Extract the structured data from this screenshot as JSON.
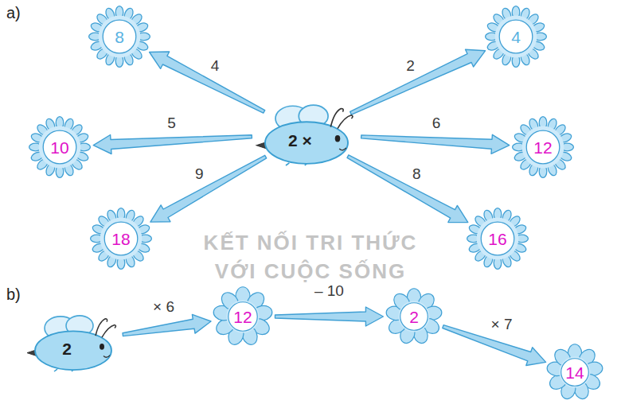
{
  "diagram": {
    "nodes": [
      {
        "text": [
          "8"
        ]
      },
      {
        "text": [
          "4"
        ]
      },
      {
        "text": [
          "10"
        ]
      },
      {
        "text": [
          "2 ×"
        ]
      },
      {
        "text": [
          "12"
        ]
      },
      {
        "text": [
          "18"
        ]
      },
      {
        "text": [
          "16"
        ]
      },
      {
        "text": [
          "2"
        ]
      },
      {
        "text": [
          "12"
        ]
      },
      {
        "text": [
          "2"
        ]
      },
      {
        "text": [
          "14"
        ]
      }
    ],
    "edges": [
      {
        "from": 3,
        "to": 0,
        "label": "4",
        "arrow": "to"
      },
      {
        "from": 3,
        "to": 1,
        "label": "2",
        "arrow": "to"
      },
      {
        "from": 3,
        "to": 2,
        "label": "5",
        "arrow": "to"
      },
      {
        "from": 3,
        "to": 4,
        "label": "6",
        "arrow": "to"
      },
      {
        "from": 3,
        "to": 5,
        "label": "9",
        "arrow": "to"
      },
      {
        "from": 3,
        "to": 6,
        "label": "8",
        "arrow": "to"
      },
      {
        "from": 7,
        "to": 8,
        "label": "× 6",
        "arrow": "to"
      },
      {
        "from": 8,
        "to": 9,
        "label": "– 10",
        "arrow": "to"
      },
      {
        "from": 9,
        "to": 10,
        "label": "× 7",
        "arrow": "to"
      }
    ],
    "labels": [
      "a)",
      "b)",
      "KẾT NỐI TRI THỨC",
      "VỚI CUỘC SỐNG"
    ]
  }
}
